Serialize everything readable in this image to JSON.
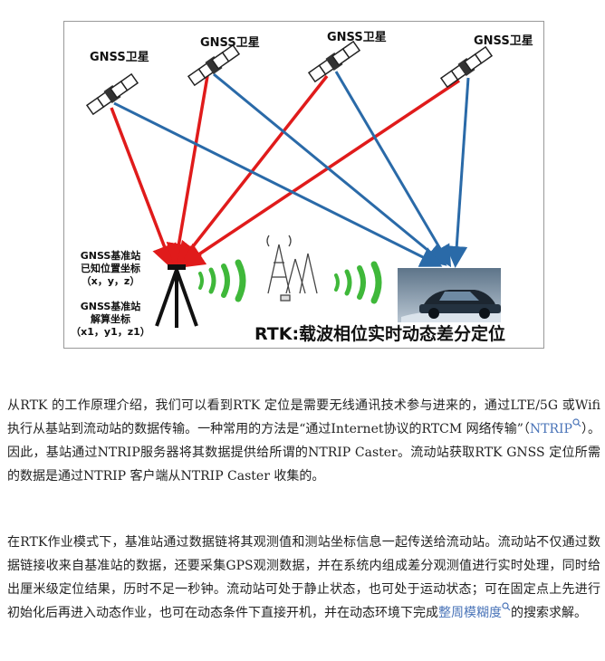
{
  "figure": {
    "satellites": [
      {
        "label": "GNSS卫星"
      },
      {
        "label": "GNSS卫星"
      },
      {
        "label": "GNSS卫星"
      },
      {
        "label": "GNSS卫星"
      }
    ],
    "base_station_known": [
      "GNSS基准站",
      "已知位置坐标",
      "（x，y，z）"
    ],
    "base_station_solved": [
      "GNSS基准站",
      "解算坐标",
      "（x1，y1，z1）"
    ],
    "caption": "RTK:载波相位实时动态差分定位",
    "colors": {
      "red_ray": "#e01b1b",
      "blue_ray": "#2a6aa8",
      "green_wave": "#3fb83a"
    },
    "icons": [
      "satellite-icon",
      "tripod-icon",
      "radio-tower-icon",
      "car-photo",
      "search-icon"
    ]
  },
  "paragraph1": {
    "text_a": "从RTK 的工作原理介绍，我们可以看到RTK 定位是需要无线通讯技术参与进来的，通过LTE/5G 或Wifi执行从基站到流动站的数据传输。一种常用的方法是“通过Internet协议的RTCM 网络传输”（",
    "link": "NTRIP",
    "text_b": "）。因此，基站通过NTRIP服务器将其数据提供给所谓的NTRIP Caster。流动站获取RTK GNSS 定位所需的数据是通过NTRIP 客户端从NTRIP Caster 收集的。"
  },
  "paragraph2": {
    "text_a": "在RTK作业模式下，基准站通过数据链将其观测值和测站坐标信息一起传送给流动站。流动站不仅通过数据链接收来自基准站的数据，还要采集GPS观测数据，并在系统内组成差分观测值进行实时处理，同时给出厘米级定位结果，历时不足一秒钟。流动站可处于静止状态，也可处于运动状态；可在固定点上先进行初始化后再进入动态作业，也可在动态条件下直接开机，并在动态环境下完成",
    "link": "整周模糊度",
    "text_b": "的搜索求解。"
  }
}
